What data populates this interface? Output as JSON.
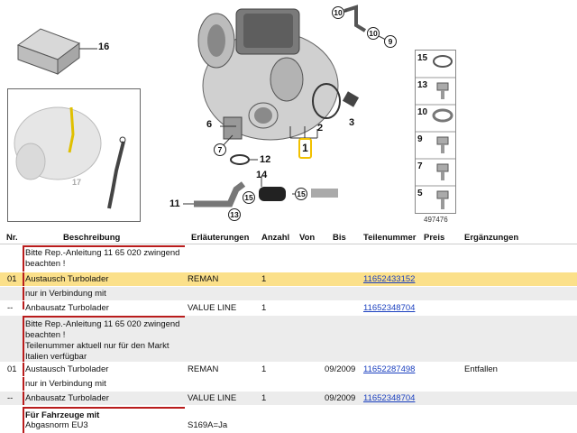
{
  "diagram": {
    "ref_number": "497476",
    "main_part_number": "1",
    "callouts": [
      "16",
      "10",
      "10",
      "9",
      "2",
      "3",
      "6",
      "7",
      "12",
      "14",
      "15",
      "15",
      "11",
      "13",
      "17"
    ],
    "parts_panel": [
      "15",
      "13",
      "10",
      "9",
      "7",
      "5"
    ]
  },
  "table": {
    "headers": {
      "nr": "Nr.",
      "beschreibung": "Beschreibung",
      "erlaeuterungen": "Erläuterungen",
      "anzahl": "Anzahl",
      "von": "Von",
      "bis": "Bis",
      "teilenummer": "Teilenummer",
      "preis": "Preis",
      "ergaenzungen": "Ergänzungen"
    },
    "rows": [
      {
        "nr": "",
        "desc": "Bitte Rep.-Anleitung 11 65 020 zwingend beachten !",
        "erl": "",
        "anzahl": "",
        "von": "",
        "bis": "",
        "teil": "",
        "erg": ""
      },
      {
        "nr": "01",
        "desc": "Austausch Turbolader",
        "erl": "REMAN",
        "anzahl": "1",
        "von": "",
        "bis": "",
        "teil": "11652433152",
        "erg": ""
      },
      {
        "nr": "",
        "desc": "nur in Verbindung mit",
        "erl": "",
        "anzahl": "",
        "von": "",
        "bis": "",
        "teil": "",
        "erg": ""
      },
      {
        "nr": "--",
        "desc": "Anbausatz Turbolader",
        "erl": "VALUE LINE",
        "anzahl": "1",
        "von": "",
        "bis": "",
        "teil": "11652348704",
        "erg": ""
      },
      {
        "nr": "",
        "desc": "Bitte Rep.-Anleitung 11 65 020 zwingend beachten !\nTeilenummer aktuell nur für den Markt Italien verfügbar",
        "erl": "",
        "anzahl": "",
        "von": "",
        "bis": "",
        "teil": "",
        "erg": ""
      },
      {
        "nr": "01",
        "desc": "Austausch Turbolader",
        "erl": "REMAN",
        "anzahl": "1",
        "von": "",
        "bis": "09/2009",
        "teil": "11652287498",
        "erg": "Entfallen"
      },
      {
        "nr": "",
        "desc": "nur in Verbindung mit",
        "erl": "",
        "anzahl": "",
        "von": "",
        "bis": "",
        "teil": "",
        "erg": ""
      },
      {
        "nr": "--",
        "desc": "Anbausatz Turbolader",
        "erl": "VALUE LINE",
        "anzahl": "1",
        "von": "",
        "bis": "09/2009",
        "teil": "11652348704",
        "erg": ""
      },
      {
        "nr": "",
        "desc": "Für Fahrzeuge mit",
        "desc2": "Abgasnorm EU3",
        "erl": "S169A=Ja",
        "anzahl": "",
        "von": "",
        "bis": "",
        "teil": "",
        "erg": ""
      }
    ]
  }
}
